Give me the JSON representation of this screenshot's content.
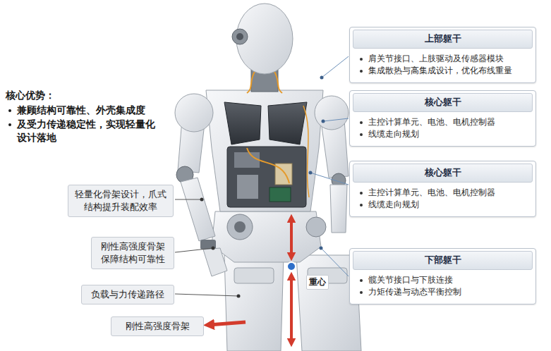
{
  "diagram": {
    "nodes": [
      {
        "text": [
          "上部躯干",
          "肩关节接口、上肢驱动及传感器模块",
          "集成散热与高集成设计，优化布线重量"
        ]
      },
      {
        "text": [
          "核心躯干",
          "主控计算单元、电池、电机控制器",
          "线缆走向规划"
        ]
      },
      {
        "text": [
          "核心躯干",
          "主控计算单元、电池、电机控制器",
          "线缆走向规划"
        ]
      },
      {
        "text": [
          "下部躯干",
          "髋关节接口与下肢连接",
          "力矩传递与动态平衡控制"
        ]
      },
      {
        "text": [
          "轻量化骨架设计，爪式结构提升装配效率"
        ]
      },
      {
        "text": [
          "刚性高强度骨架 保障结构可靠性"
        ]
      },
      {
        "text": [
          "负载与力传递路径"
        ]
      },
      {
        "text": [
          "刚性高强度骨架"
        ]
      },
      {
        "text": [
          "重心"
        ]
      }
    ],
    "labels": [
      "核心优势：",
      "兼顾结构可靠性、外壳集成度",
      "及受力传递稳定性，实现轻量化设计落地"
    ]
  }
}
